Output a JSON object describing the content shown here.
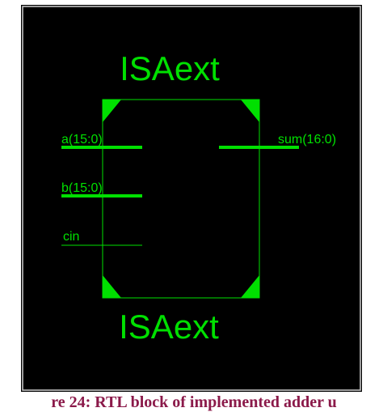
{
  "diagram": {
    "module_name_top": "ISAext",
    "module_name_bottom": "ISAext",
    "ports": {
      "input_a": "a(15:0)",
      "input_b": "b(15:0)",
      "input_cin": "cin",
      "output_sum": "sum(16:0)"
    },
    "colors": {
      "background": "#000000",
      "wire_and_text": "#00e000",
      "frame": "#cfcfcf",
      "caption": "#8b1a4a"
    }
  },
  "caption": "re 24: RTL block of implemented adder u"
}
